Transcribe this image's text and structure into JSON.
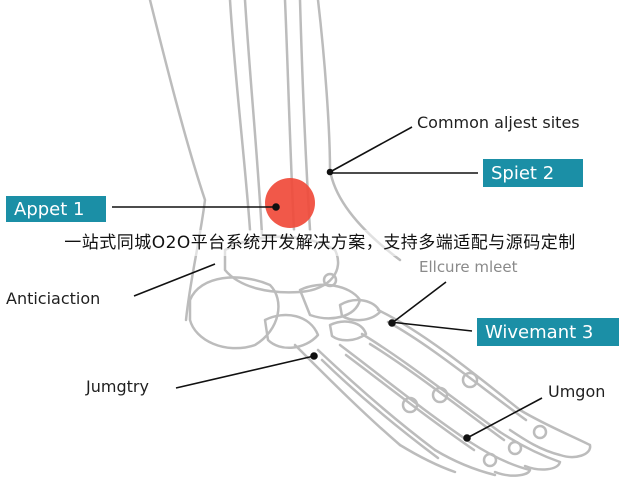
{
  "colors": {
    "tag": "#1b8fa6",
    "spot": "#f04a3a",
    "bone": "#bcbcbc",
    "leader": "#111111"
  },
  "labels": {
    "common_sites": "Common aljest sites",
    "spiet": "Spiet 2",
    "appet": "Appet 1",
    "ellcure": "Ellcure mleet",
    "anticiaction": "Anticiaction",
    "wivemant": "Wivemant 3",
    "jumgtry": "Jumgtry",
    "umgon": "Umgon"
  },
  "overlay_text": "一站式同城O2O平台系统开发解决方案，支持多端适配与源码定制"
}
